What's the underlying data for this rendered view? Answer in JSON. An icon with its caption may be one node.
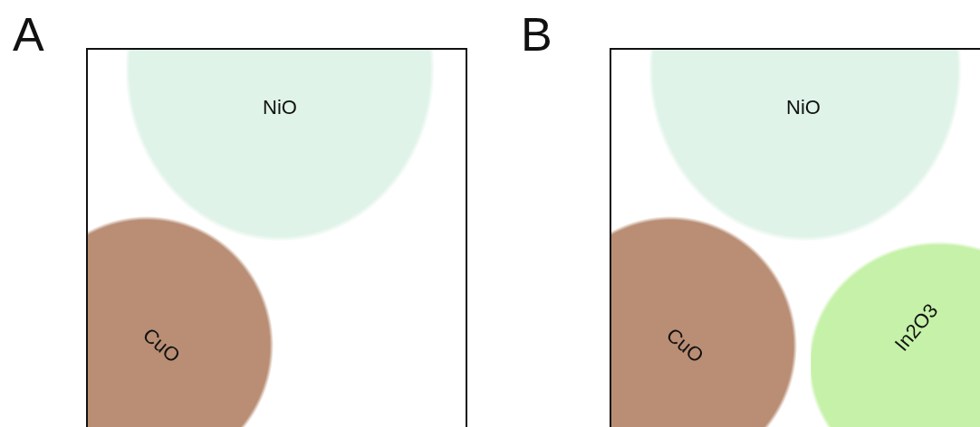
{
  "diagram": {
    "nodes": [
      {
        "text": [
          "A"
        ]
      },
      {
        "text": [
          "NiO"
        ],
        "in": 0
      },
      {
        "text": [
          "CuO"
        ],
        "in": 0
      },
      {
        "text": [
          "B"
        ]
      },
      {
        "text": [
          "NiO"
        ],
        "in": 3
      },
      {
        "text": [
          "CuO"
        ],
        "in": 3
      },
      {
        "text": [
          "In2O3"
        ],
        "in": 3
      }
    ]
  }
}
